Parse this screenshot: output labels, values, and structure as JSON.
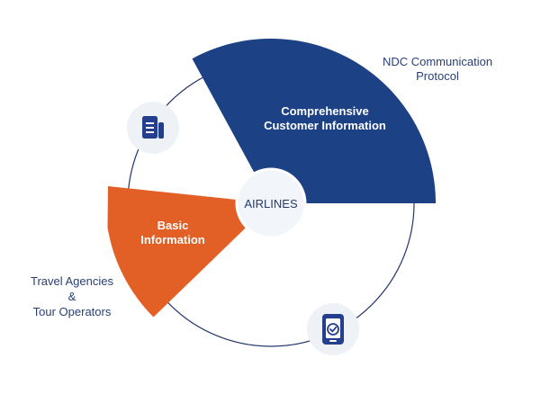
{
  "hub": {
    "label": "AIRLINES"
  },
  "wedges": {
    "comprehensive": {
      "line1": "Comprehensive",
      "line2": "Customer Information"
    },
    "basic": {
      "line1": "Basic",
      "line2": "Information"
    }
  },
  "outer_labels": {
    "ndc": {
      "line1": "NDC Communication",
      "line2": "Protocol"
    },
    "agencies": {
      "line1": "Travel Agencies",
      "line2": "&",
      "line3": "Tour Operators"
    }
  },
  "icons": {
    "document": "document-icon",
    "phone": "mobile-check-icon"
  },
  "colors": {
    "navy": "#1d4185",
    "orange": "#e25f25",
    "ring": "#24356d",
    "icon_circle": "#eef1f6",
    "icon_blue": "#233f8e",
    "hub_fill": "#f2f5fa",
    "hub_text": "#223a78"
  }
}
